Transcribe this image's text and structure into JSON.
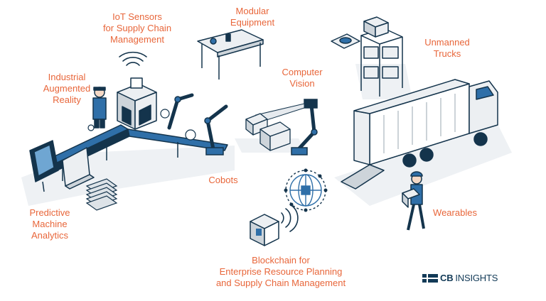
{
  "labels": {
    "iot_sensors": [
      "IoT Sensors",
      "for Supply Chain",
      "Management"
    ],
    "modular_equipment": [
      "Modular",
      "Equipment"
    ],
    "unmanned_trucks": [
      "Unmanned",
      "Trucks"
    ],
    "industrial_ar": [
      "Industrial",
      "Augmented",
      "Reality"
    ],
    "computer_vision": [
      "Computer",
      "Vision"
    ],
    "cobots": [
      "Cobots"
    ],
    "predictive_analytics": [
      "Predictive",
      "Machine",
      "Analytics"
    ],
    "wearables": [
      "Wearables"
    ],
    "blockchain": [
      "Blockchain for",
      "Enterprise Resource Planning",
      "and Supply Chain Management"
    ]
  },
  "logo": {
    "strong": "CB",
    "light": "INSIGHTS"
  },
  "colors": {
    "label_orange": "#e8663a",
    "line_navy": "#14344c",
    "accent_blue": "#2f6fa8",
    "light_gray": "#eceff2",
    "mid_gray": "#cdd4da"
  },
  "icons": [
    "wifi-icon",
    "blockchain-globe-icon",
    "cube-icon",
    "worker-icon",
    "truck-icon"
  ]
}
